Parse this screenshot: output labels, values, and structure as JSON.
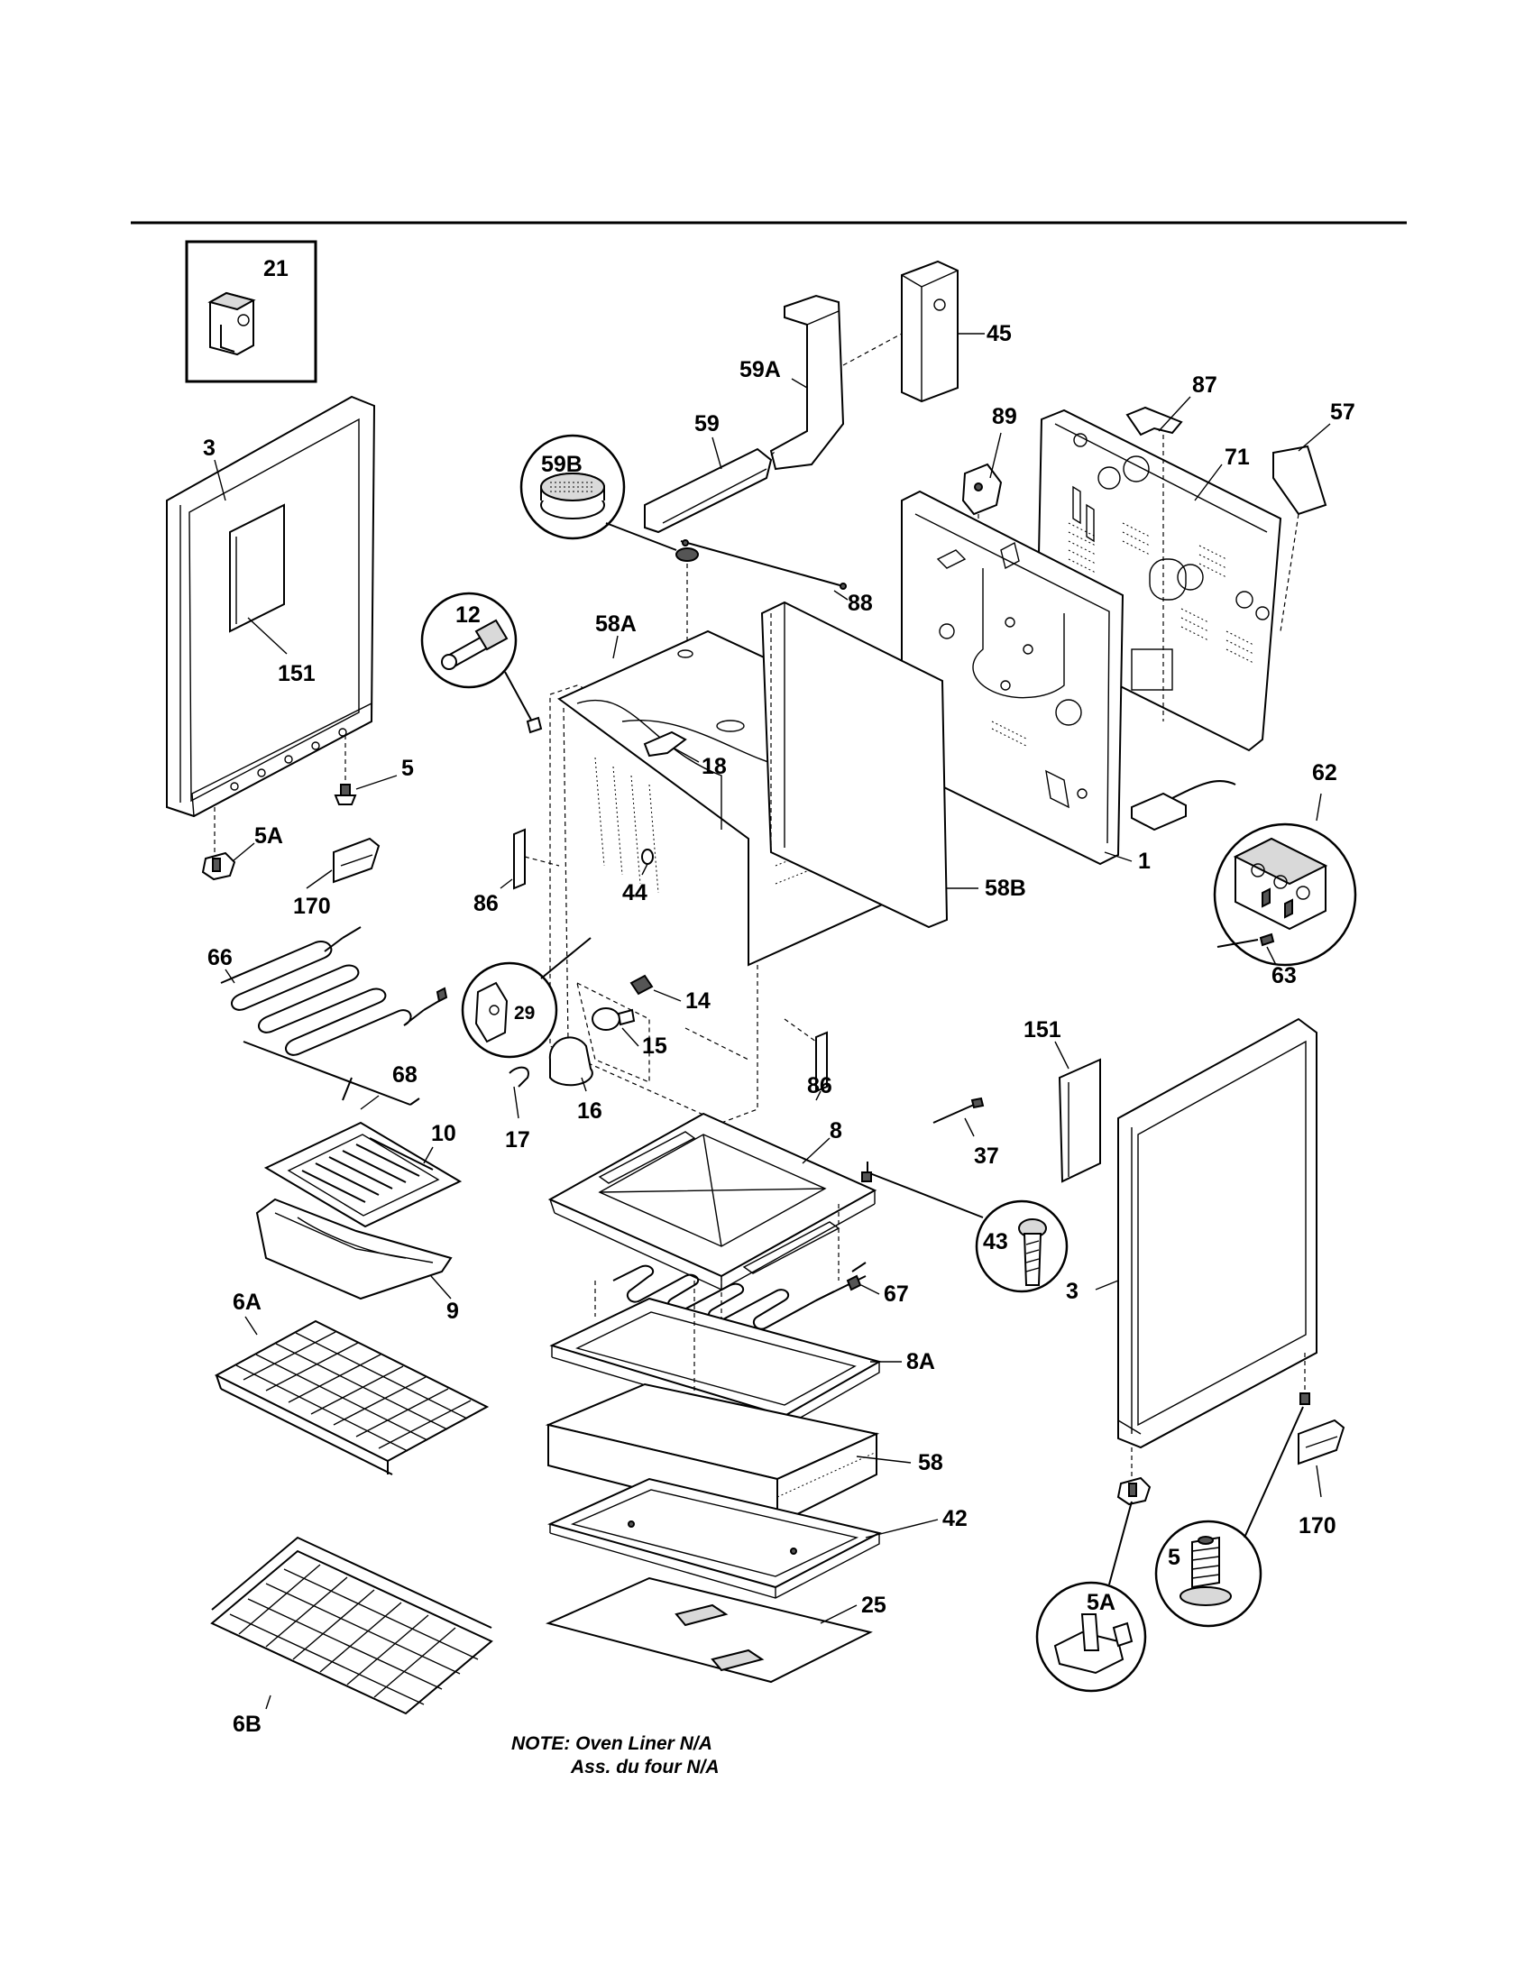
{
  "labels": {
    "p21": "21",
    "p3_left": "3",
    "p151_left": "151",
    "p5_left": "5",
    "p5A_left": "5A",
    "p170_left": "170",
    "p45": "45",
    "p59A": "59A",
    "p59": "59",
    "p59B": "59B",
    "p89": "89",
    "p87": "87",
    "p57": "57",
    "p71": "71",
    "p88": "88",
    "p58A": "58A",
    "p12": "12",
    "p18": "18",
    "p86_left": "86",
    "p44": "44",
    "p58B": "58B",
    "p1": "1",
    "p62": "62",
    "p63": "63",
    "p66": "66",
    "p68": "68",
    "p29": "29",
    "p14": "14",
    "p15": "15",
    "p16": "16",
    "p17": "17",
    "p86_right": "86",
    "p151_right": "151",
    "p37": "37",
    "p10": "10",
    "p9": "9",
    "p8": "8",
    "p43": "43",
    "p3_right": "3",
    "p67": "67",
    "p6A": "6A",
    "p8A": "8A",
    "p58": "58",
    "p42": "42",
    "p25": "25",
    "p170_right": "170",
    "p5_right": "5",
    "p5A_right": "5A",
    "p6B": "6B"
  },
  "note": {
    "line1": "NOTE: Oven Liner N/A",
    "line2": "Ass. du four N/A"
  }
}
